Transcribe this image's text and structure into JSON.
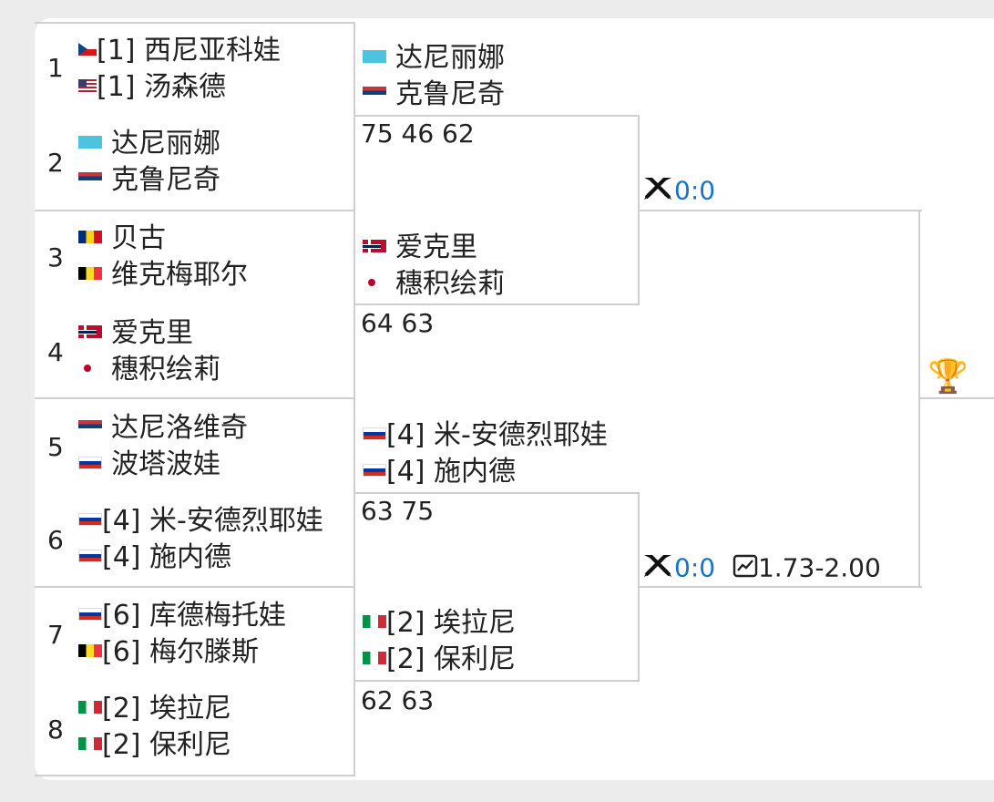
{
  "round1": [
    {
      "seed": "1",
      "p1": {
        "flag": "cz",
        "seed": "[1]",
        "name": "西尼亚科娃"
      },
      "p2": {
        "flag": "us",
        "seed": "[1]",
        "name": "汤森德"
      }
    },
    {
      "seed": "2",
      "p1": {
        "flag": "kz",
        "seed": "",
        "name": "达尼丽娜"
      },
      "p2": {
        "flag": "rs",
        "seed": "",
        "name": "克鲁尼奇"
      }
    },
    {
      "seed": "3",
      "p1": {
        "flag": "ro",
        "seed": "",
        "name": "贝古"
      },
      "p2": {
        "flag": "be",
        "seed": "",
        "name": "维克梅耶尔"
      }
    },
    {
      "seed": "4",
      "p1": {
        "flag": "no",
        "seed": "",
        "name": "爱克里"
      },
      "p2": {
        "flag": "jp",
        "seed": "",
        "name": "穗积绘莉"
      }
    },
    {
      "seed": "5",
      "p1": {
        "flag": "rs",
        "seed": "",
        "name": "达尼洛维奇"
      },
      "p2": {
        "flag": "ru",
        "seed": "",
        "name": "波塔波娃"
      }
    },
    {
      "seed": "6",
      "p1": {
        "flag": "ru",
        "seed": "[4]",
        "name": "米-安德烈耶娃"
      },
      "p2": {
        "flag": "ru",
        "seed": "[4]",
        "name": "施内德"
      }
    },
    {
      "seed": "7",
      "p1": {
        "flag": "ru",
        "seed": "[6]",
        "name": "库德梅托娃"
      },
      "p2": {
        "flag": "be",
        "seed": "[6]",
        "name": "梅尔滕斯"
      }
    },
    {
      "seed": "8",
      "p1": {
        "flag": "it",
        "seed": "[2]",
        "name": "埃拉尼"
      },
      "p2": {
        "flag": "it",
        "seed": "[2]",
        "name": "保利尼"
      }
    }
  ],
  "round2": [
    {
      "p1": {
        "flag": "kz",
        "seed": "",
        "name": "达尼丽娜"
      },
      "p2": {
        "flag": "rs",
        "seed": "",
        "name": "克鲁尼奇"
      },
      "score": "75 46 62"
    },
    {
      "p1": {
        "flag": "no",
        "seed": "",
        "name": "爱克里"
      },
      "p2": {
        "flag": "jp",
        "seed": "",
        "name": "穗积绘莉"
      },
      "score": "64 63"
    },
    {
      "p1": {
        "flag": "ru",
        "seed": "[4]",
        "name": "米-安德烈耶娃"
      },
      "p2": {
        "flag": "ru",
        "seed": "[4]",
        "name": "施内德"
      },
      "score": "63 75"
    },
    {
      "p1": {
        "flag": "it",
        "seed": "[2]",
        "name": "埃拉尼"
      },
      "p2": {
        "flag": "it",
        "seed": "[2]",
        "name": "保利尼"
      },
      "score": "62 63"
    }
  ],
  "semis": [
    {
      "h2h": "0:0",
      "odds": ""
    },
    {
      "h2h": "0:0",
      "odds": "1.73-2.00"
    }
  ],
  "icons": {
    "vs": "crossed-swords-icon",
    "odds": "chart-line-icon",
    "trophy": "trophy-icon"
  },
  "colors": {
    "link": "#1a73c8",
    "line": "#cfcfcf"
  }
}
